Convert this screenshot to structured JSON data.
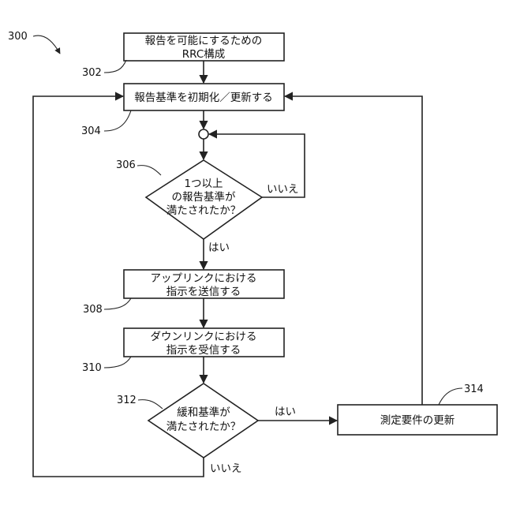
{
  "figure_number": "300",
  "nodes": {
    "n302": {
      "ref": "302",
      "lines": [
        "報告を可能にするための",
        "RRC構成"
      ]
    },
    "n304": {
      "ref": "304",
      "lines": [
        "報告基準を初期化／更新する"
      ]
    },
    "n306": {
      "ref": "306",
      "lines": [
        "1つ以上",
        "の報告基準が",
        "満たされたか？"
      ]
    },
    "n308": {
      "ref": "308",
      "lines": [
        "アップリンクにおける",
        "指示を送信する"
      ]
    },
    "n310": {
      "ref": "310",
      "lines": [
        "ダウンリンクにおける",
        "指示を受信する"
      ]
    },
    "n312": {
      "ref": "312",
      "lines": [
        "緩和基準が",
        "満たされたか？"
      ]
    },
    "n314": {
      "ref": "314",
      "lines": [
        "測定要件の更新"
      ]
    }
  },
  "edge_labels": {
    "d306_no": "いいえ",
    "d306_yes": "はい",
    "d312_yes": "はい",
    "d312_no": "いいえ"
  },
  "colors": {
    "stroke": "#222222",
    "background": "#ffffff"
  }
}
